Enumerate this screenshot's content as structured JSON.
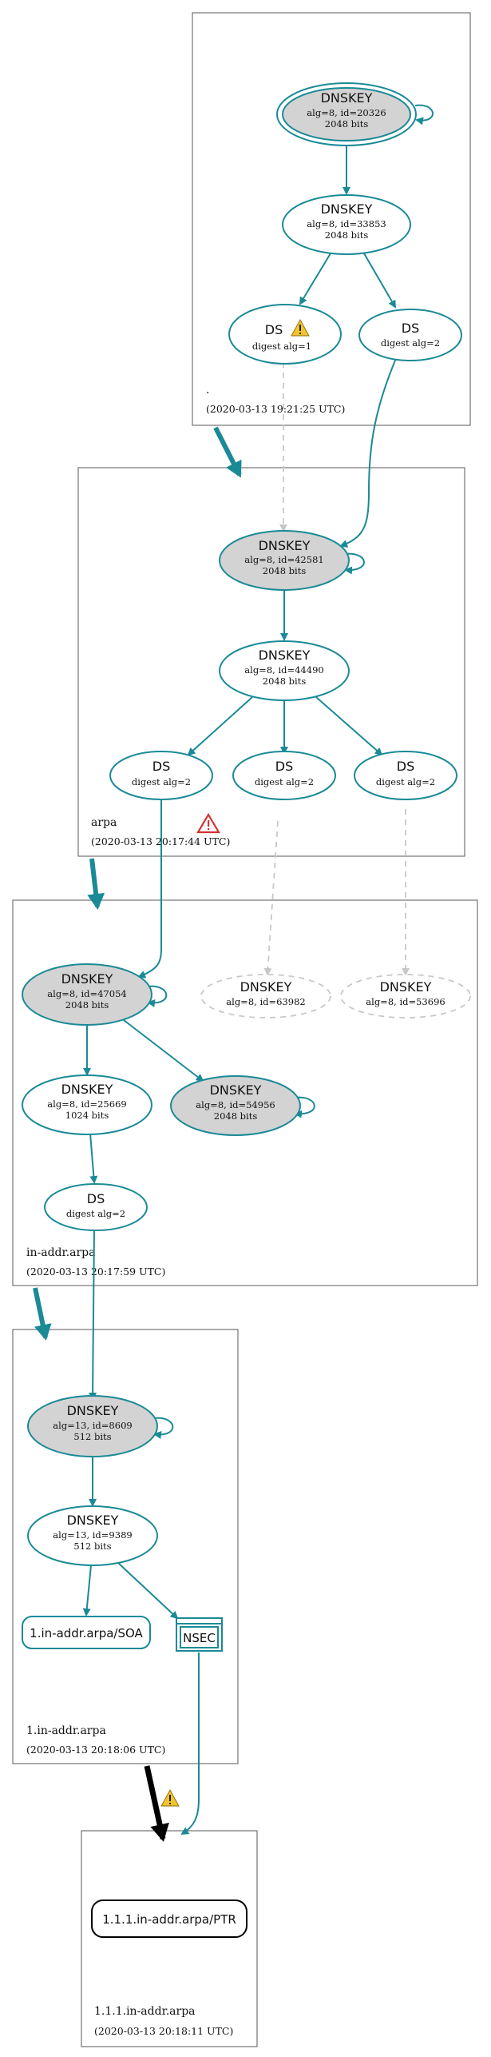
{
  "colors": {
    "edge": "#1a8a96",
    "edge_missing": "#c8c8c8",
    "sep_fill": "#d3d3d3",
    "warning_yellow": "#f2c230",
    "error_red": "#d43131"
  },
  "zones": {
    "root": {
      "name": ".",
      "time": "(2020-03-13 19:21:25 UTC)"
    },
    "arpa": {
      "name": "arpa",
      "time": "(2020-03-13 20:17:44 UTC)"
    },
    "inaddr": {
      "name": "in-addr.arpa",
      "time": "(2020-03-13 20:17:59 UTC)"
    },
    "one": {
      "name": "1.in-addr.arpa",
      "time": "(2020-03-13 20:18:06 UTC)"
    },
    "target": {
      "name": "1.1.1.in-addr.arpa",
      "time": "(2020-03-13 20:18:11 UTC)"
    }
  },
  "nodes": {
    "root_ksk": {
      "title": "DNSKEY",
      "line1": "alg=8, id=20326",
      "line2": "2048 bits"
    },
    "root_zsk": {
      "title": "DNSKEY",
      "line1": "alg=8, id=33853",
      "line2": "2048 bits"
    },
    "root_ds1": {
      "title": "DS",
      "line1": "digest alg=1"
    },
    "root_ds2": {
      "title": "DS",
      "line1": "digest alg=2"
    },
    "arpa_ksk": {
      "title": "DNSKEY",
      "line1": "alg=8, id=42581",
      "line2": "2048 bits"
    },
    "arpa_zsk": {
      "title": "DNSKEY",
      "line1": "alg=8, id=44490",
      "line2": "2048 bits"
    },
    "arpa_ds1": {
      "title": "DS",
      "line1": "digest alg=2"
    },
    "arpa_ds2": {
      "title": "DS",
      "line1": "digest alg=2"
    },
    "arpa_ds3": {
      "title": "DS",
      "line1": "digest alg=2"
    },
    "ia_ksk": {
      "title": "DNSKEY",
      "line1": "alg=8, id=47054",
      "line2": "2048 bits"
    },
    "ia_miss1": {
      "title": "DNSKEY",
      "line1": "alg=8, id=63982"
    },
    "ia_miss2": {
      "title": "DNSKEY",
      "line1": "alg=8, id=53696"
    },
    "ia_zsk": {
      "title": "DNSKEY",
      "line1": "alg=8, id=25669",
      "line2": "1024 bits"
    },
    "ia_key3": {
      "title": "DNSKEY",
      "line1": "alg=8, id=54956",
      "line2": "2048 bits"
    },
    "ia_ds": {
      "title": "DS",
      "line1": "digest alg=2"
    },
    "one_ksk": {
      "title": "DNSKEY",
      "line1": "alg=13, id=8609",
      "line2": "512 bits"
    },
    "one_zsk": {
      "title": "DNSKEY",
      "line1": "alg=13, id=9389",
      "line2": "512 bits"
    },
    "one_soa": {
      "label": "1.in-addr.arpa/SOA"
    },
    "one_nsec": {
      "label": "NSEC"
    },
    "ptr": {
      "label": "1.1.1.in-addr.arpa/PTR"
    }
  }
}
